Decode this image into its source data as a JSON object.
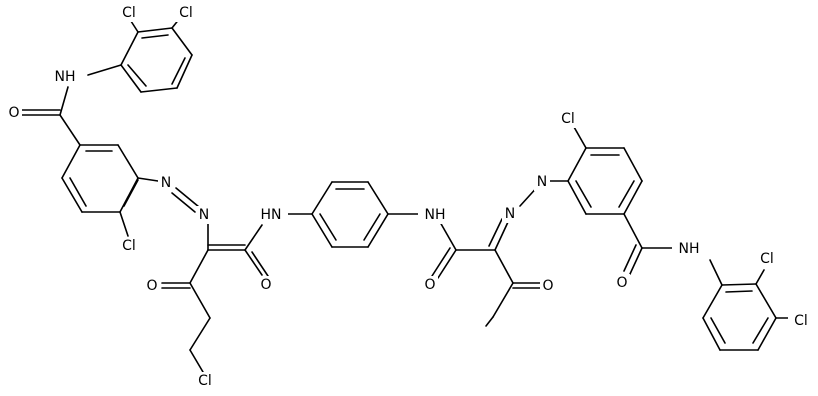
{
  "structure": {
    "atoms": [
      {
        "id": "cl_tl_a",
        "text": "Cl"
      },
      {
        "id": "cl_tl_b",
        "text": "Cl"
      },
      {
        "id": "nh_tl",
        "text": "NH"
      },
      {
        "id": "o_amide_l",
        "text": "O"
      },
      {
        "id": "n_azo_l1",
        "text": "N"
      },
      {
        "id": "n_azo_l2",
        "text": "N"
      },
      {
        "id": "cl_ring_l",
        "text": "Cl"
      },
      {
        "id": "nh_mid_l",
        "text": "HN"
      },
      {
        "id": "o_mid_l",
        "text": "O"
      },
      {
        "id": "o_keto_l",
        "text": "O"
      },
      {
        "id": "cl_chain",
        "text": "Cl"
      },
      {
        "id": "nh_mid_r",
        "text": "NH"
      },
      {
        "id": "o_mid_r",
        "text": "O"
      },
      {
        "id": "n_azo_r1",
        "text": "N"
      },
      {
        "id": "n_azo_r2",
        "text": "N"
      },
      {
        "id": "o_keto_r",
        "text": "O"
      },
      {
        "id": "cl_ring_r",
        "text": "Cl"
      },
      {
        "id": "o_amide_r",
        "text": "O"
      },
      {
        "id": "nh_br",
        "text": "NH"
      },
      {
        "id": "cl_br_a",
        "text": "Cl"
      },
      {
        "id": "cl_br_b",
        "text": "Cl"
      }
    ]
  }
}
